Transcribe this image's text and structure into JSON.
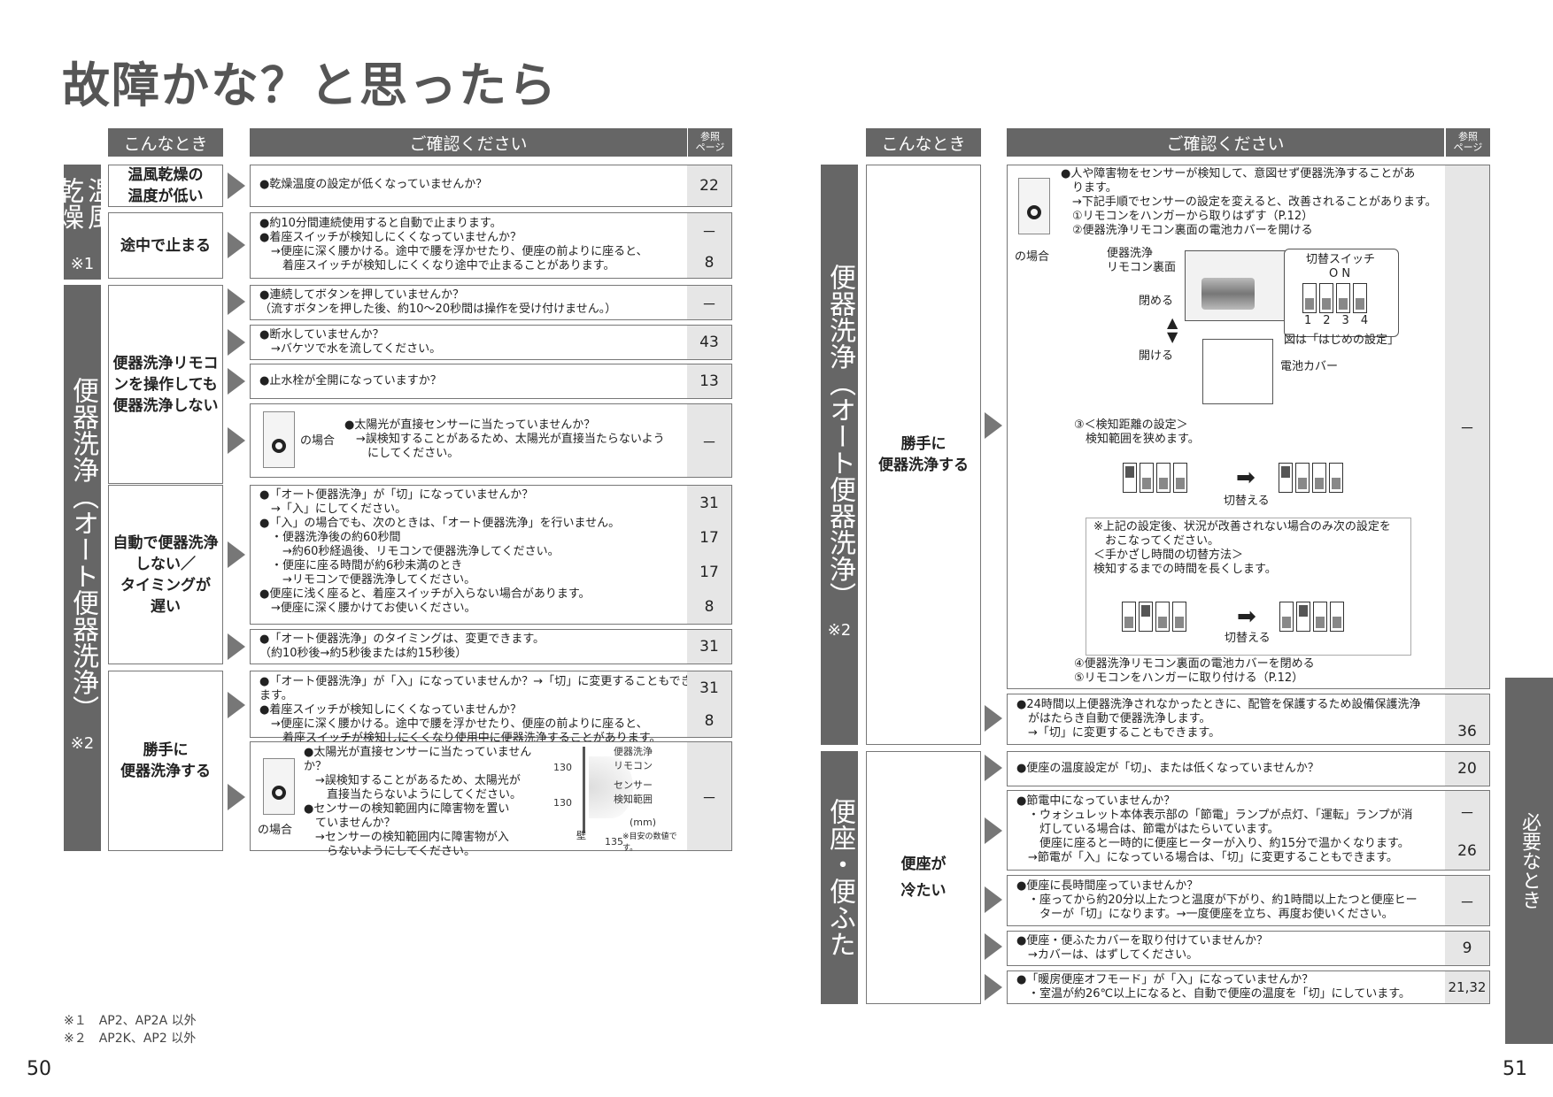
{
  "title": "故障かな？と思ったら",
  "headers": {
    "situation": "こんなとき",
    "check": "ご確認ください",
    "ref": "参照\nページ"
  },
  "footnotes": [
    "※１　AP2、AP2A 以外",
    "※２　AP2K、AP2 以外"
  ],
  "page_left": "50",
  "page_right": "51",
  "side_tab": "必要なとき",
  "left": {
    "categories": [
      {
        "label": "温風乾燥",
        "note": "※1"
      },
      {
        "label": "便器洗浄（オート便器洗浄）",
        "note": "※2"
      }
    ],
    "situations": [
      "温風乾燥の\n温度が低い",
      "途中で止まる",
      "便器洗浄リモコ\nンを操作しても\n便器洗浄しない",
      "自動で便器洗浄\nしない／\nタイミングが\n遅い",
      "勝手に\n便器洗浄する"
    ],
    "rows": [
      {
        "text": "●乾燥温度の設定が低くなっていませんか？",
        "refs": [
          "22"
        ]
      },
      {
        "text": "●約10分間連続使用すると自動で止まります。\n●着座スイッチが検知しにくくなっていませんか？\n　→便座に深く腰かける。途中で腰を浮かせたり、便座の前よりに座ると、\n　　着座スイッチが検知しにくくなり途中で止まることがあります。",
        "refs": [
          "－",
          "8"
        ]
      },
      {
        "text": "●連続してボタンを押していませんか？\n（流すボタンを押した後、約10～20秒間は操作を受け付けません。）",
        "refs": [
          "－"
        ]
      },
      {
        "text": "●断水していませんか？\n　→バケツで水を流してください。",
        "refs": [
          "43"
        ]
      },
      {
        "text": "●止水栓が全開になっていますか？",
        "refs": [
          "13"
        ]
      },
      {
        "text": "●太陽光が直接センサーに当たっていませんか？\n　→誤検知することがあるため、太陽光が直接当たらないよう\n　　にしてください。",
        "case": "の場合",
        "refs": [
          "－"
        ]
      },
      {
        "text": "●「オート便器洗浄」が「切」になっていませんか？\n　→「入」にしてください。\n●「入」の場合でも、次のときは、「オート便器洗浄」を行いません。\n　・便器洗浄後の約60秒間\n　　→約60秒経過後、リモコンで便器洗浄してください。\n　・便座に座る時間が約6秒未満のとき\n　　→リモコンで便器洗浄してください。\n●便座に浅く座ると、着座スイッチが入らない場合があります。\n　→便座に深く腰かけてお使いください。",
        "refs": [
          "31",
          "17",
          "17",
          "8"
        ]
      },
      {
        "text": "●「オート便器洗浄」のタイミングは、変更できます。\n（約10秒後→約5秒後または約15秒後）",
        "refs": [
          "31"
        ]
      },
      {
        "text": "●「オート便器洗浄」が「入」になっていませんか？→「切」に変更することもできます。\n●着座スイッチが検知しにくくなっていませんか？\n　→便座に深く腰かける。途中で腰を浮かせたり、便座の前よりに座ると、\n　　着座スイッチが検知しにくくなり使用中に便器洗浄することがあります。",
        "refs": [
          "31",
          "8"
        ]
      },
      {
        "text": "●太陽光が直接センサーに当たっていませんか？\n　→誤検知することがあるため、太陽光が\n　　直接当たらないようにしてください。\n●センサーの検知範囲内に障害物を置い\n　ていませんか？\n　→センサーの検知範囲内に障害物が入\n　　らないようにしてください。",
        "case": "の場合",
        "refs": [
          "－"
        ],
        "diagram": {
          "l1": "便器洗浄\nリモコン",
          "l2": "センサー\n検知範囲",
          "d1": "130",
          "d2": "130",
          "d3": "135",
          "wall": "壁",
          "unit": "(mm)",
          "unit_note": "※目安の数値です。"
        }
      }
    ]
  },
  "right": {
    "categories": [
      {
        "label": "便器洗浄（オート便器洗浄）",
        "note": "※2"
      },
      {
        "label": "便座・便ふた",
        "note": ""
      }
    ],
    "situations": [
      "勝手に\n便器洗浄する",
      "便座が\n冷たい"
    ],
    "big": {
      "text": "●人や障害物をセンサーが検知して、意図せず便器洗浄することがあ\n　ります。\n　→下記手順でセンサーの設定を変えると、改善されることがあります。\n　①リモコンをハンガーから取りはずす（P.12）\n　②便器洗浄リモコン裏面の電池カバーを開ける",
      "case": "の場合",
      "remote_label": "便器洗浄\nリモコン裏面",
      "close": "閉める",
      "open": "開ける",
      "switch_title": "切替スイッチ",
      "on": "O N",
      "nums": "1　2　3　4",
      "initial": "図は「はじめの設定」",
      "battery": "電池カバー",
      "step3": "③＜検知距離の設定＞\n　検知範囲を狭めます。",
      "change": "切替える",
      "note": "※上記の設定後、状況が改善されない場合のみ次の設定を\n　おこなってください。\n＜手かざし時間の切替方法＞\n検知するまでの時間を長くします。",
      "step45": "④便器洗浄リモコン裏面の電池カバーを閉める\n⑤リモコンをハンガーに取り付ける（P.12）",
      "ref": "－"
    },
    "rows": [
      {
        "text": "●24時間以上便器洗浄されなかったときに、配管を保護するため設備保護洗浄\n　がはたらき自動で便器洗浄します。\n　→「切」に変更することもできます。",
        "refs": [
          "36"
        ]
      },
      {
        "text": "●便座の温度設定が「切」、または低くなっていませんか？",
        "refs": [
          "20"
        ]
      },
      {
        "text": "●節電中になっていませんか？\n　・ウォシュレット本体表示部の「節電」ランプが点灯、「運転」ランプが消\n　　灯している場合は、節電がはたらいています。\n　　便座に座ると一時的に便座ヒーターが入り、約15分で温かくなります。\n　→節電が「入」になっている場合は、「切」に変更することもできます。",
        "refs": [
          "－",
          "26"
        ]
      },
      {
        "text": "●便座に長時間座っていませんか？\n　・座ってから約20分以上たつと温度が下がり、約1時間以上たつと便座ヒー\n　　ターが「切」になります。→一度便座を立ち、再度お使いください。",
        "refs": [
          "－"
        ]
      },
      {
        "text": "●便座・便ふたカバーを取り付けていませんか？\n　→カバーは、はずしてください。",
        "refs": [
          "9"
        ]
      },
      {
        "text": "●「暖房便座オフモード」が「入」になっていませんか？\n　・室温が約26℃以上になると、自動で便座の温度を「切」にしています。",
        "refs": [
          "21,32"
        ]
      }
    ]
  }
}
